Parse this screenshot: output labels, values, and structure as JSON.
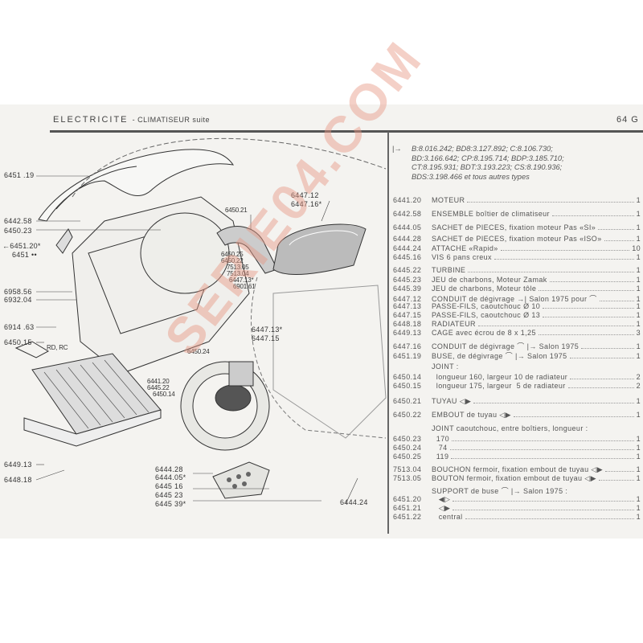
{
  "header": {
    "section": "ELECTRICITE",
    "separator": "-",
    "subsection": "CLIMATISEUR suite",
    "page": "64 G"
  },
  "intro": {
    "arrow": "|→",
    "lines": [
      "B:8.016.242; BD8:3.127.892; C:8.106.730;",
      "BD:3.166.642; CP:8.195.714; BDP:3.185.710;",
      "CT:8.195.931; BDT:3.193.223; CS:8.190.936;",
      "BDS:3.198.466 et tous autres types"
    ]
  },
  "items": [
    {
      "code": "6441.20",
      "desc": "MOTEUR",
      "qty": "1"
    },
    {
      "code": "6442.58",
      "desc": "ENSEMBLE boîtier de climatiseur",
      "qty": "1"
    },
    {
      "code": "6444.05",
      "desc": "SACHET de PIECES, fixation moteur Pas «SI»",
      "qty": "1"
    },
    {
      "code": "6444.28",
      "desc": "SACHET de PIECES, fixation moteur Pas «ISO»",
      "qty": "1"
    },
    {
      "code": "6444.24",
      "desc": "ATTACHE «Rapid»",
      "qty": "10"
    },
    {
      "code": "6445.16",
      "desc": "VIS 6 pans creux",
      "qty": "1"
    },
    {
      "code": "6445.22",
      "desc": "TURBINE",
      "qty": "1"
    },
    {
      "code": "6445.23",
      "desc": "JEU de charbons, Moteur Zamak",
      "qty": "1"
    },
    {
      "code": "6445.39",
      "desc": "JEU de charbons, Moteur tôle",
      "qty": "1"
    },
    {
      "code": "6447.12",
      "desc": "CONDUIT de dégivrage →| Salon 1975 pour ⌒",
      "qty": "1"
    },
    {
      "code": "6447.13",
      "desc": "PASSE-FILS, caoutchouc Ø 10",
      "qty": "1"
    },
    {
      "code": "6447.15",
      "desc": "PASSE-FILS, caoutchouc Ø 13",
      "qty": "1"
    },
    {
      "code": "6448.18",
      "desc": "RADIATEUR",
      "qty": "1"
    },
    {
      "code": "6449.13",
      "desc": "CAGE avec écrou de 8 x 1,25",
      "qty": "3"
    },
    {
      "code": "6447.16",
      "desc": "CONDUIT de dégivrage ⌒ |→ Salon 1975",
      "qty": "1"
    },
    {
      "code": "6451.19",
      "desc": "BUSE, de dégivrage ⌒ |→ Salon 1975",
      "qty": "1"
    },
    {
      "code": "",
      "desc": "JOINT :",
      "qty": ""
    },
    {
      "code": "6450.14",
      "desc": "  longueur 160, largeur 10 de radiateur",
      "qty": "2"
    },
    {
      "code": "6450.15",
      "desc": "  longueur 175, largeur  5 de radiateur",
      "qty": "2"
    },
    {
      "code": "6450.21",
      "desc": "TUYAU ◁▶",
      "qty": "1"
    },
    {
      "code": "6450.22",
      "desc": "EMBOUT de tuyau ◁▶",
      "qty": "1"
    },
    {
      "code": "",
      "desc": "JOINT caoutchouc, entre boîtiers, longueur :",
      "qty": ""
    },
    {
      "code": "6450.23",
      "desc": "  170",
      "qty": "1"
    },
    {
      "code": "6450.24",
      "desc": "   74",
      "qty": "1"
    },
    {
      "code": "6450.25",
      "desc": "  119",
      "qty": "1"
    },
    {
      "code": "7513.04",
      "desc": "BOUCHON fermoir, fixation embout de tuyau ◁▶",
      "qty": "1"
    },
    {
      "code": "7513.05",
      "desc": "BOUTON fermoir, fixation embout de tuyau ◁▶",
      "qty": "1"
    },
    {
      "code": "",
      "desc": "SUPPORT de buse ⌒ |→ Salon 1975 :",
      "qty": ""
    },
    {
      "code": "6451.20",
      "desc": "   ◀▷",
      "qty": "1"
    },
    {
      "code": "6451.21",
      "desc": "   ◁▶",
      "qty": "1"
    },
    {
      "code": "6451.22",
      "desc": "   central",
      "qty": "1"
    }
  ],
  "diagram_labels": [
    "6451 .19",
    "6442.58",
    "6450.23",
    "←6451.20*",
    "6451 ••",
    "6958.56",
    "6932.04",
    "6914 .63",
    "6450.15",
    "RD, RC",
    "6449.13",
    "6448.18",
    "6450.21",
    "6447.12",
    "6447.16*",
    "6450.25",
    "6450.22",
    "7513.05",
    "7513.04",
    "6447.13*",
    "6901.61",
    "6447.13*",
    "6447.15",
    "6450.24",
    "6441.20",
    "6445.22",
    "6450.14",
    "6444.28",
    "6444.05*",
    "6445 16",
    "6445 23",
    "6445 39*",
    "6444.24"
  ],
  "watermark": "SERIE04.COM"
}
